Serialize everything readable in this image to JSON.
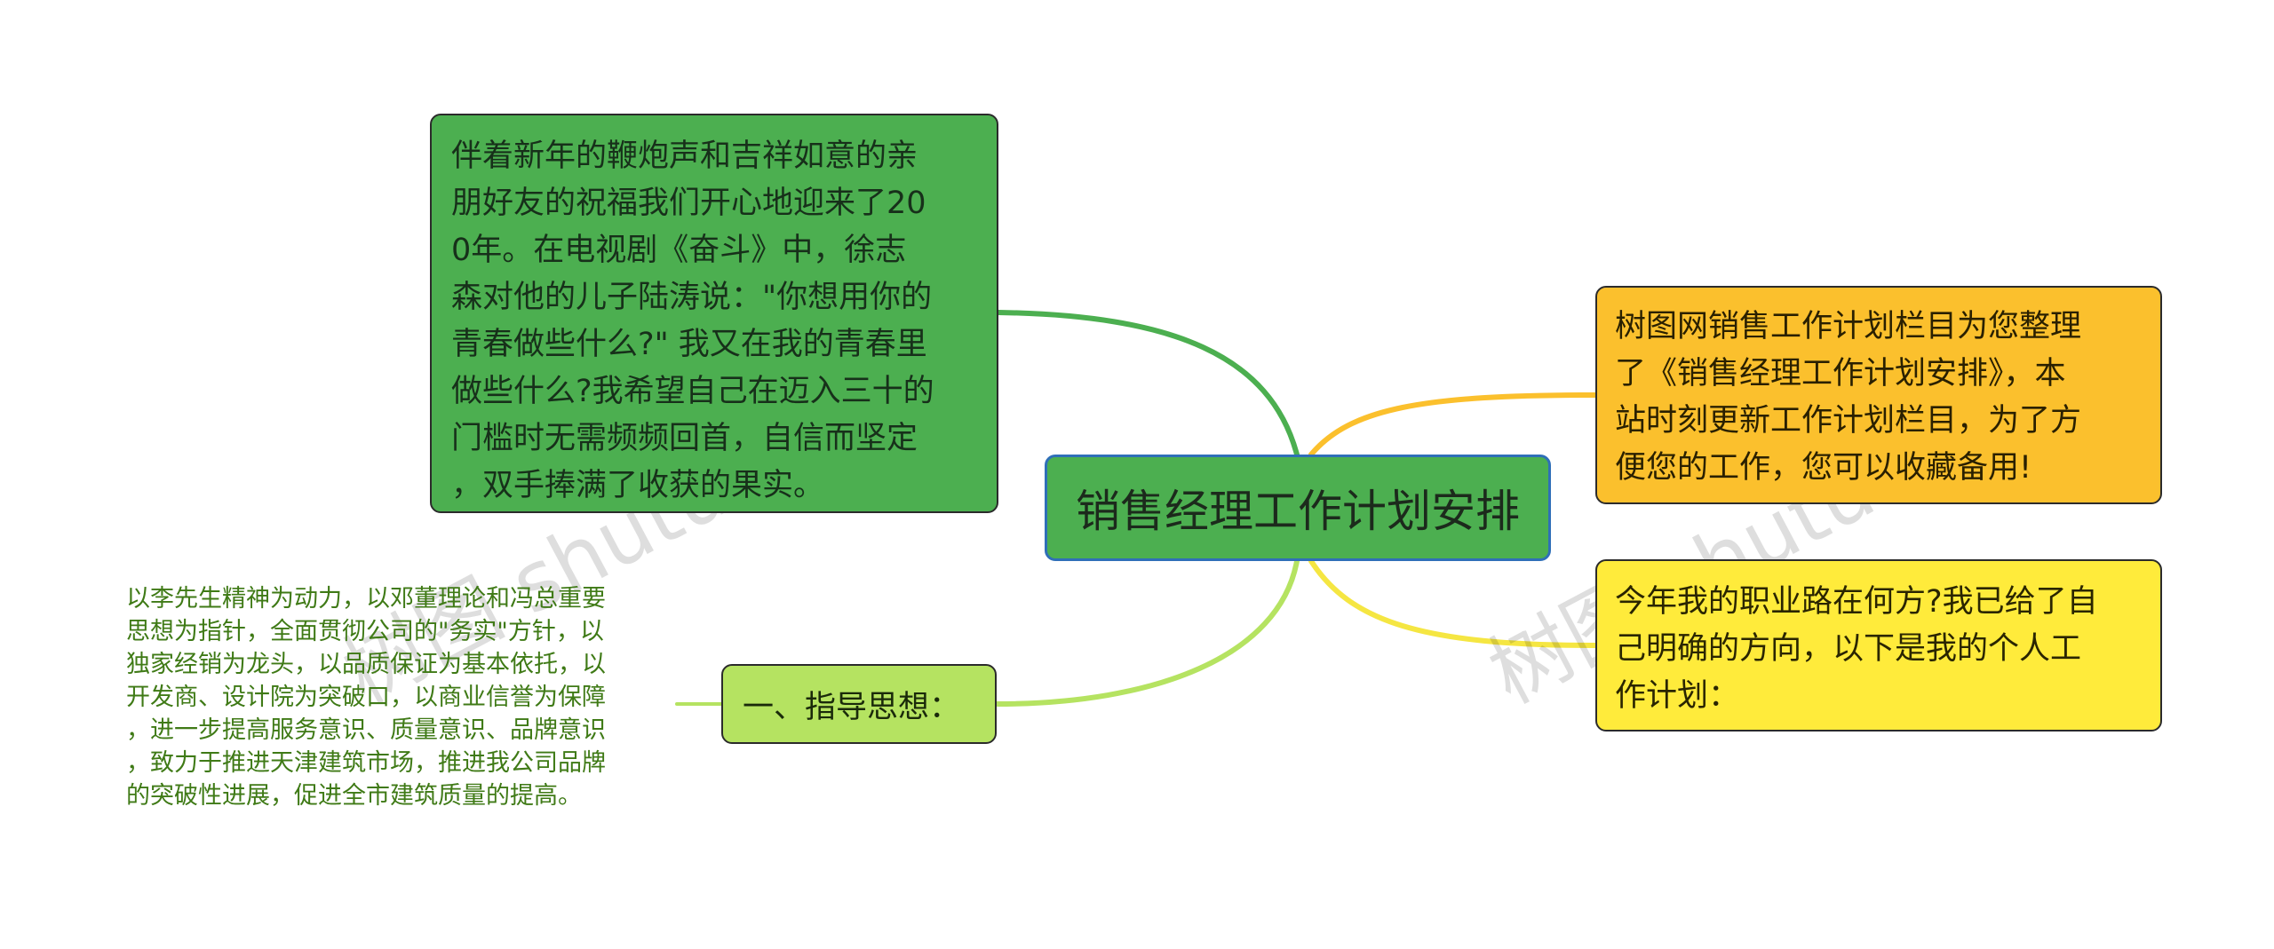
{
  "root": {
    "label": "销售经理工作计划安排",
    "fill": "#4caf50",
    "border": "#2f6fb8"
  },
  "branches": {
    "intro": {
      "text": "伴着新年的鞭炮声和吉祥如意的亲\n朋好友的祝福我们开心地迎来了20\n0年。在电视剧《奋斗》中，徐志\n森对他的儿子陆涛说：\"你想用你的\n青春做些什么?\" 我又在我的青春里\n做些什么?我希望自己在迈入三十的\n门槛时无需频频回首，自信而坚定\n，双手捧满了收获的果实。",
      "fill": "#4caf50"
    },
    "site_note": {
      "text": "树图网销售工作计划栏目为您整理\n了《销售经理工作计划安排》，本\n站时刻更新工作计划栏目，为了方\n便您的工作，您可以收藏备用!",
      "fill": "#fbc02d"
    },
    "career": {
      "text": "今年我的职业路在何方?我已给了自\n己明确的方向，以下是我的个人工\n作计划：",
      "fill": "#ffeb3b"
    },
    "guide": {
      "label": "一、指导思想：",
      "fill": "#b5e361",
      "detail": "以李先生精神为动力，以邓董理论和冯总重要\n思想为指针，全面贯彻公司的\"务实\"方针，以\n独家经销为龙头，以品质保证为基本依托，以\n开发商、设计院为突破口，以商业信誉为保障\n，进一步提高服务意识、质量意识、品牌意识\n，致力于推进天津建筑市场，推进我公司品牌\n的突破性进展，促进全市建筑质量的提高。",
      "detail_color": "#3f7a16"
    }
  },
  "connector_colors": {
    "intro": "#4caf50",
    "site_note": "#fbc02d",
    "career": "#f5e642",
    "guide": "#b5e361"
  },
  "watermark": {
    "text": "树图 shutu.cn"
  }
}
